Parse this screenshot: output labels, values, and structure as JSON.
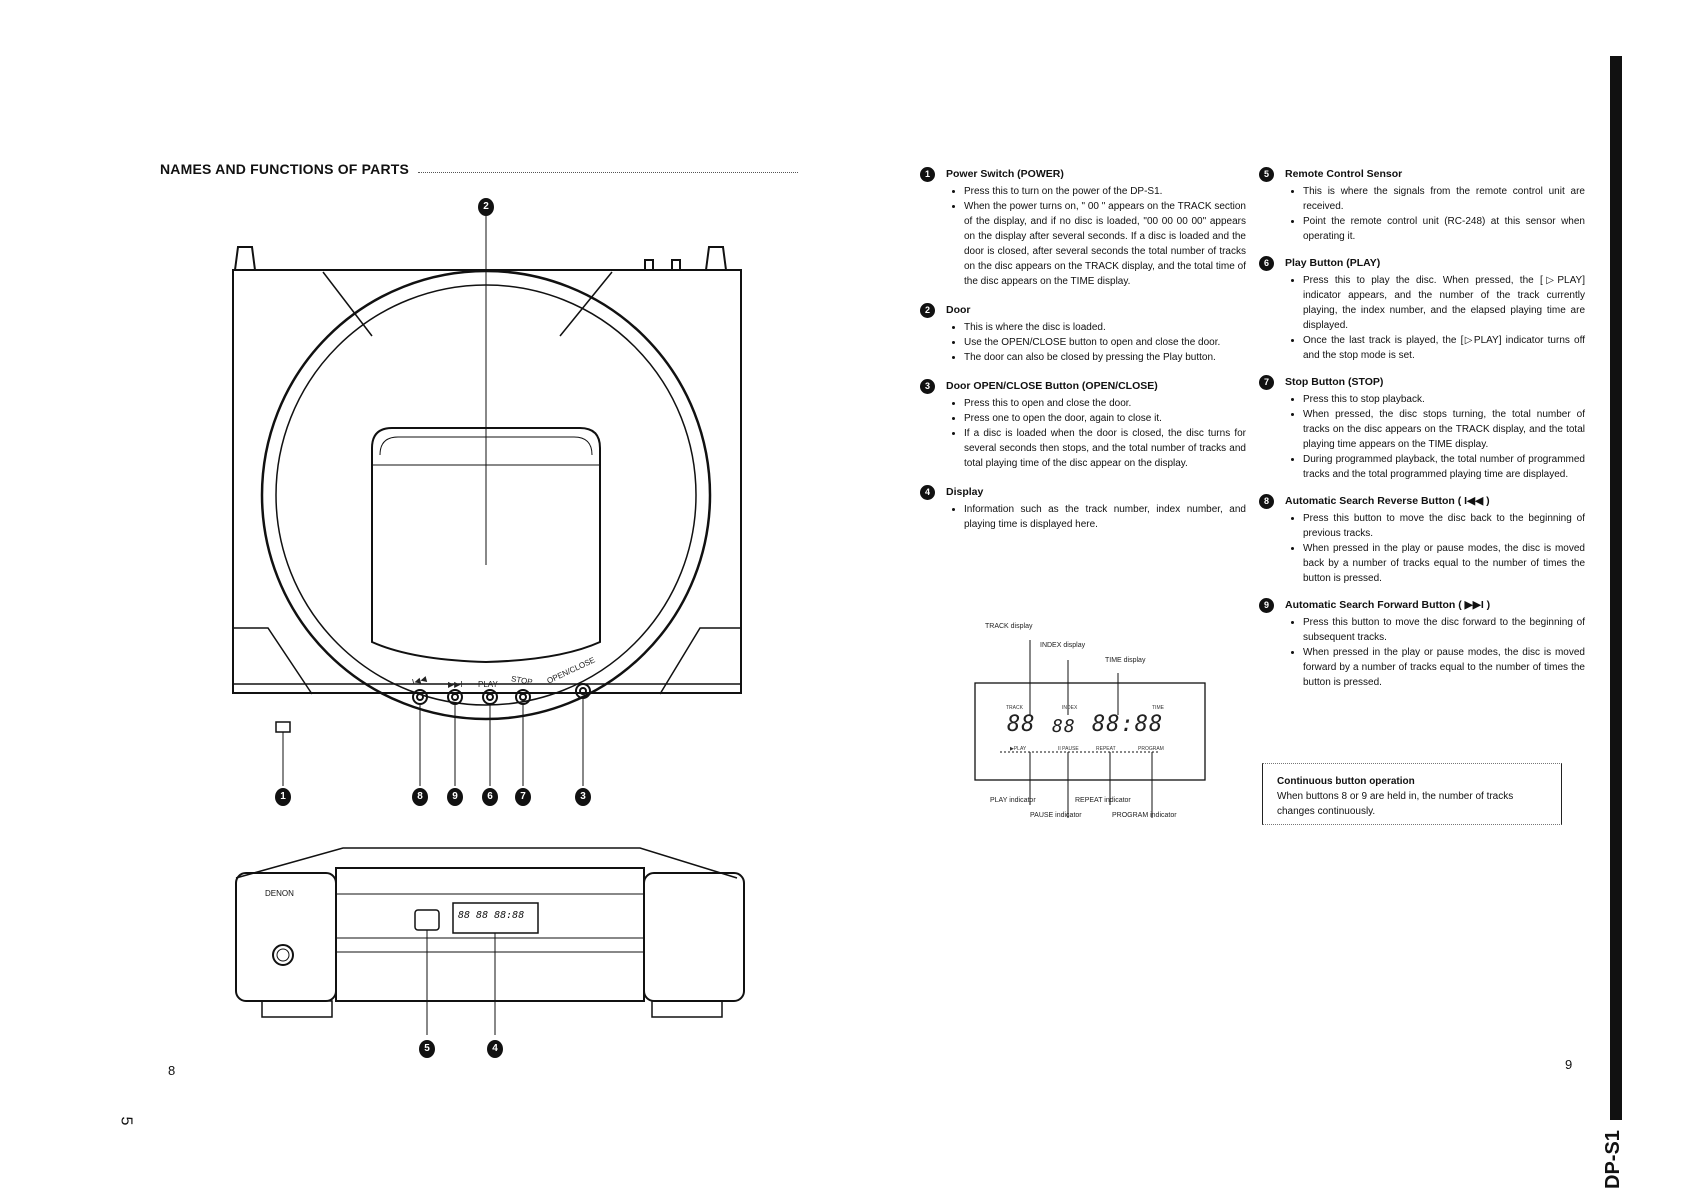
{
  "heading": "NAMES AND FUNCTIONS OF PARTS",
  "page_left": "8",
  "page_right": "9",
  "margin_number": "5",
  "side_label": "DP-S1",
  "diagram": {
    "callouts_top": [
      "8",
      "9",
      "6",
      "7",
      "3"
    ],
    "callout_power": "1",
    "callout_door": "2",
    "callouts_front": [
      "5",
      "4"
    ],
    "button_labels": [
      "I◀◀",
      "▶▶I",
      "PLAY",
      "STOP",
      "OPEN/CLOSE"
    ],
    "brand": "DENON",
    "front_display": "88 88 88:88"
  },
  "display_diagram": {
    "track_display": "TRACK display",
    "index_display": "INDEX display",
    "time_display": "TIME display",
    "digits_track": "88",
    "digits_index": "88",
    "digits_time": "88:88",
    "lcd_track": "TRACK",
    "lcd_index": "INDEX",
    "lcd_time": "TIME",
    "lcd_play": "▶PLAY",
    "lcd_pause": "II PAUSE",
    "lcd_repeat": "REPEAT",
    "lcd_program": "PROGRAM",
    "play_indicator": "PLAY indicator",
    "pause_indicator": "PAUSE indicator",
    "repeat_indicator": "REPEAT indicator",
    "program_indicator": "PROGRAM indicator"
  },
  "sections_left": [
    {
      "num": "1",
      "title": "Power Switch (POWER)",
      "bullets": [
        "Press this to turn on the power of the DP-S1.",
        "When the power turns on, \" 00 \" appears on the TRACK section of the display, and if no disc is loaded, \"00 00 00 00\" appears on the display after several seconds. If a disc is loaded and the door is closed, after several seconds the total number of tracks on the disc appears on the TRACK display, and the total time of the disc appears on the TIME display."
      ]
    },
    {
      "num": "2",
      "title": "Door",
      "bullets": [
        "This is where the disc is loaded.",
        "Use the OPEN/CLOSE button to open and close the door.",
        "The door can also be closed by pressing the Play button."
      ]
    },
    {
      "num": "3",
      "title": "Door OPEN/CLOSE Button (OPEN/CLOSE)",
      "bullets": [
        "Press this to open and close the door.",
        "Press one to open the door, again to close it.",
        "If a disc is loaded when the door is closed, the disc turns for several seconds then stops, and the total number of tracks and total playing time of the disc appear on the display."
      ]
    },
    {
      "num": "4",
      "title": "Display",
      "bullets": [
        "Information such as the track number, index number, and playing time is displayed here."
      ]
    }
  ],
  "sections_right": [
    {
      "num": "5",
      "title": "Remote Control Sensor",
      "bullets": [
        "This is where the signals from the remote control unit are received.",
        "Point the remote control unit (RC-248) at this sensor when operating it."
      ]
    },
    {
      "num": "6",
      "title": "Play Button (PLAY)",
      "bullets": [
        "Press this to play the disc. When pressed, the [▷PLAY] indicator appears, and the number of the track currently playing, the index number, and the elapsed playing time are displayed.",
        "Once the last track is played, the [▷PLAY] indicator turns off and the stop mode is set."
      ]
    },
    {
      "num": "7",
      "title": "Stop Button (STOP)",
      "bullets": [
        "Press this to stop playback.",
        "When pressed, the disc stops turning, the total number of tracks on the disc appears on the TRACK display, and the total playing time appears on the TIME display.",
        "During programmed playback, the total number of programmed tracks and the total programmed playing time are displayed."
      ]
    },
    {
      "num": "8",
      "title": "Automatic Search Reverse Button ( I◀◀ )",
      "bullets": [
        "Press this button to move the disc back to the beginning of previous tracks.",
        "When pressed in the play or pause modes, the disc is moved back by a number of tracks equal to the number of times the button is pressed."
      ]
    },
    {
      "num": "9",
      "title": "Automatic Search Forward Button ( ▶▶I )",
      "bullets": [
        "Press this button to move the disc forward to the beginning of subsequent tracks.",
        "When pressed in the play or pause modes, the disc is moved forward by a number of tracks equal to the number of times the button is pressed."
      ]
    }
  ],
  "continuous": {
    "title": "Continuous button operation",
    "text": "When buttons 8 or 9 are held in, the number of tracks changes continuously."
  }
}
